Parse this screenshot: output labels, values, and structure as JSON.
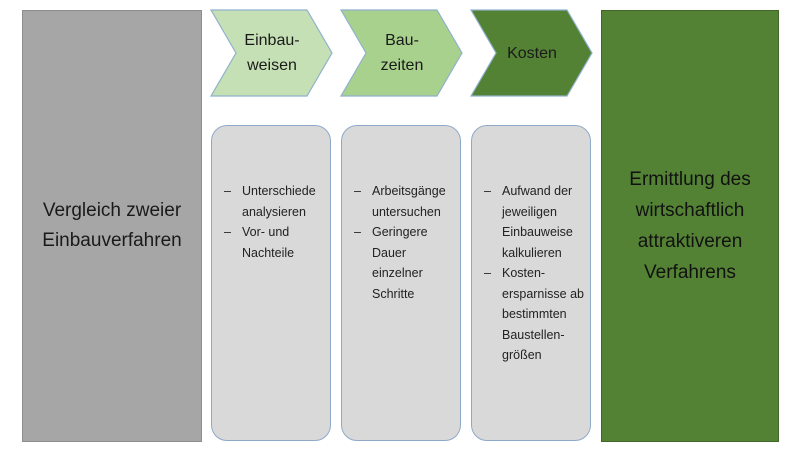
{
  "left_box": {
    "text": "Vergleich zweier\nEinbauverfahren"
  },
  "right_box": {
    "text": "Ermittlung des\nwirtschaftlich\nattraktiveren\nVerfahrens"
  },
  "steps": [
    {
      "label": "Einbau-\nweisen",
      "bullets": [
        "Unterschiede\nanalysieren",
        "Vor- und\nNachteile"
      ]
    },
    {
      "label": "Bau-\nzeiten",
      "bullets": [
        "Arbeitsgänge\nuntersuchen",
        "Geringere\nDauer\neinzelner\nSchritte"
      ]
    },
    {
      "label": "Kosten",
      "bullets": [
        "Aufwand der\njeweiligen\nEinbauweise\nkalkulieren",
        "Kosten-\nersparnisse ab\nbestimmten\nBaustellen-\ngrößen"
      ]
    }
  ],
  "bullet_marker": "–",
  "colors": {
    "gray": "#a6a6a6",
    "dark_green": "#548235",
    "light_green": "#c5e0b4",
    "mid_green": "#a9d18e",
    "panel_gray": "#d9d9d9",
    "panel_border": "#8ea9c8"
  }
}
